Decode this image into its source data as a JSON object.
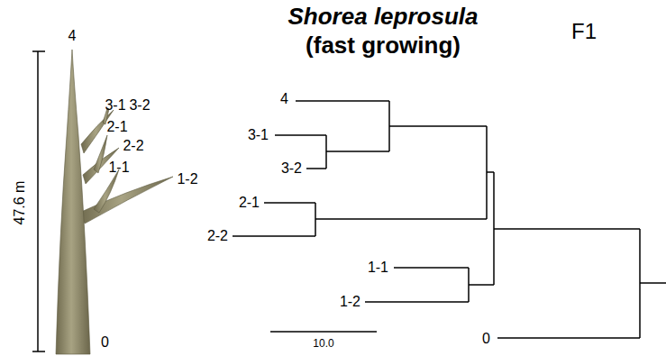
{
  "diagram": {
    "title": "Shorea leprosula",
    "labels": [
      "(fast growing)",
      "F1",
      "47.6 m",
      "4",
      "3-1",
      "3-2",
      "2-1",
      "2-2",
      "1-1",
      "1-2",
      "0",
      "4",
      "3-1",
      "3-2",
      "2-1",
      "2-2",
      "1-1",
      "1-2",
      "0",
      "10.0"
    ]
  }
}
